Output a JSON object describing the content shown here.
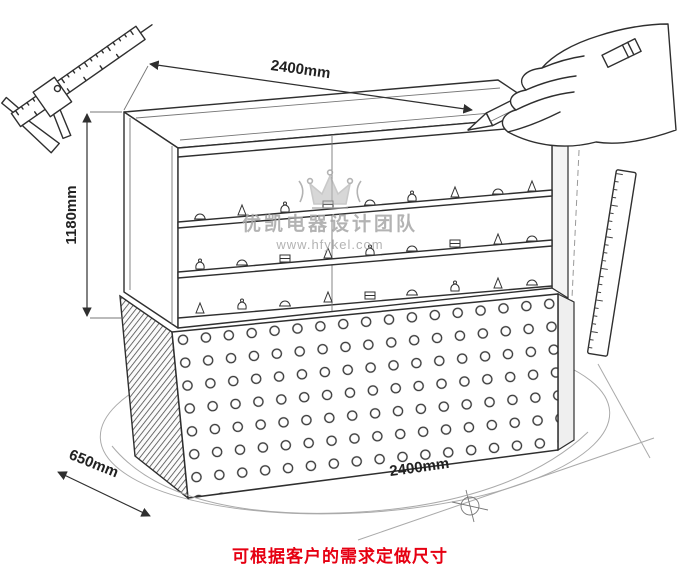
{
  "dimensions": {
    "top_width": "2400mm",
    "left_height": "1180mm",
    "depth": "650mm",
    "bottom_width": "2400mm"
  },
  "watermark": {
    "brand_text": "优凯电器设计团队",
    "website": "www.hfykel.com",
    "color": "#a6a6a6"
  },
  "caption": {
    "text": "可根据客户的需求定做尺寸",
    "color": "#e60012"
  },
  "sketch": {
    "line_color": "#2f2f2f",
    "subject": "cake-display-showcase"
  }
}
